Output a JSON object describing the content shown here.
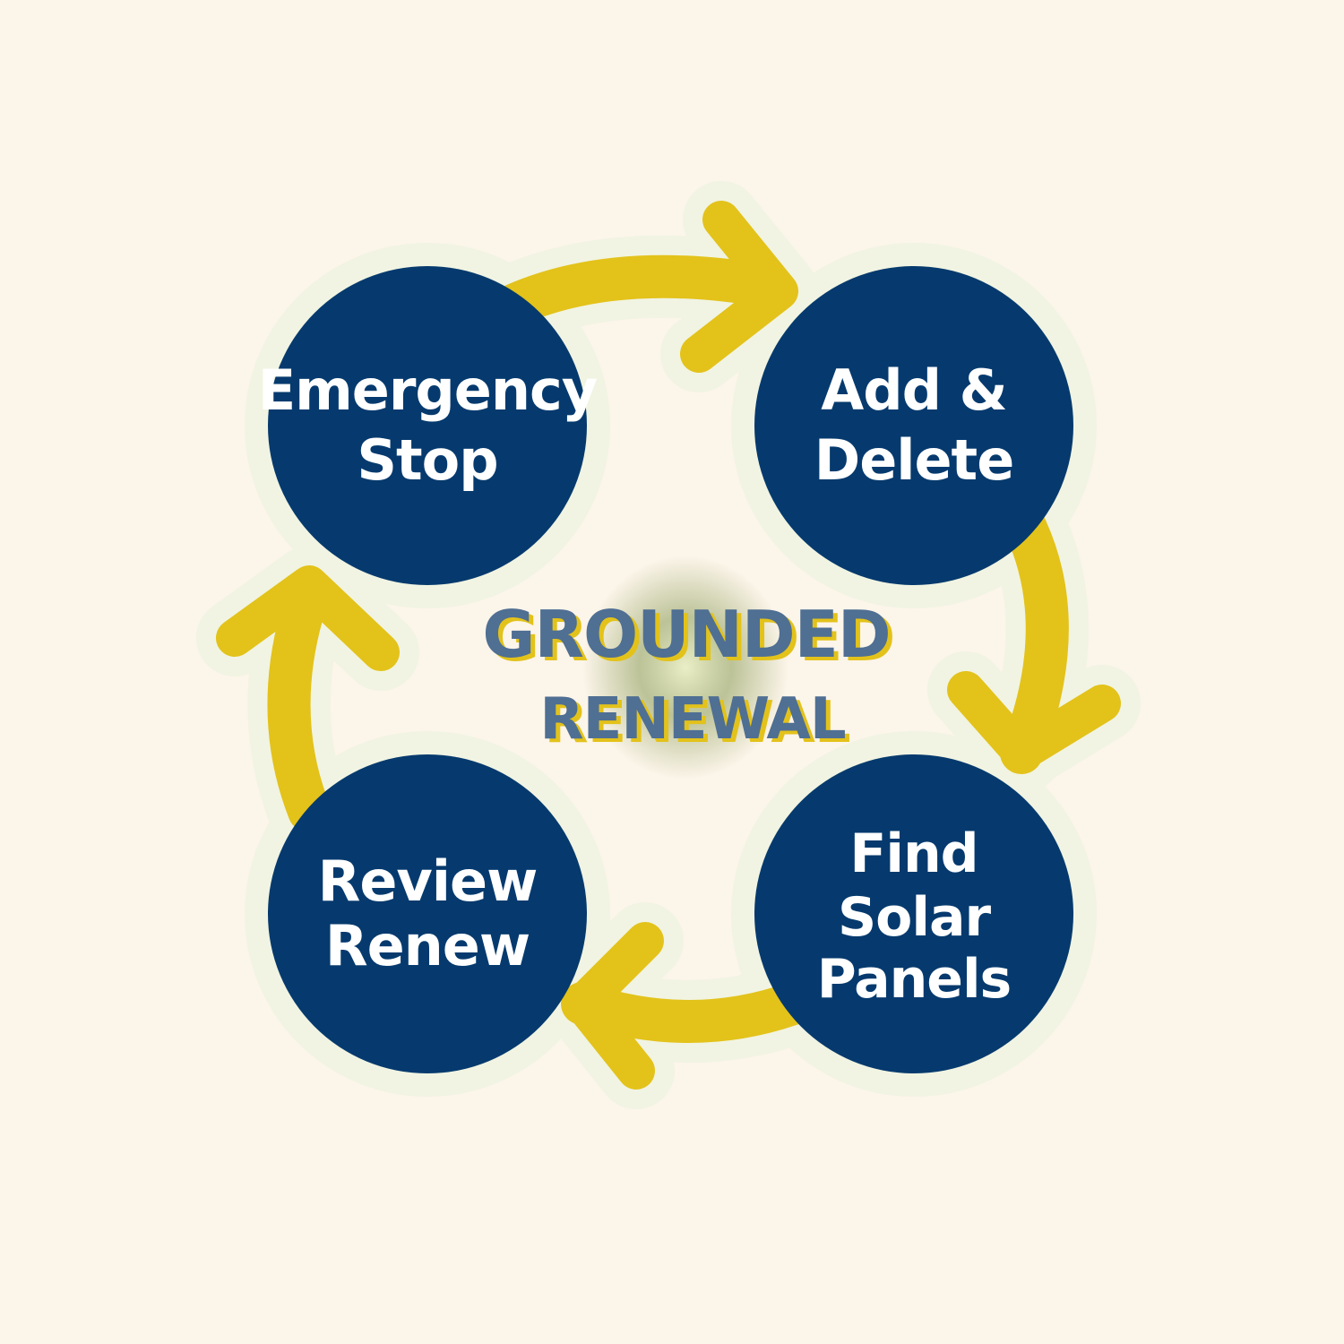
{
  "diagram": {
    "type": "cycle",
    "center": {
      "line1": "GROUNDED",
      "line2": "RENEWAL"
    },
    "nodes": [
      {
        "lines": [
          "Emergency",
          "Stop"
        ]
      },
      {
        "lines": [
          "Add &",
          "Delete"
        ]
      },
      {
        "lines": [
          "Find",
          "Solar",
          "Panels"
        ]
      },
      {
        "lines": [
          "Review",
          "Renew"
        ]
      }
    ],
    "arrow_direction": "clockwise"
  },
  "colors": {
    "background": "#fcf5ea",
    "halo": "#f1f4e2",
    "node_fill": "#063a6e",
    "node_text": "#ffffff",
    "arrow": "#e3c21a",
    "center_text": "#4f6f93",
    "center_shadow": "#e3c21a",
    "center_glow": "#9eaa73"
  }
}
